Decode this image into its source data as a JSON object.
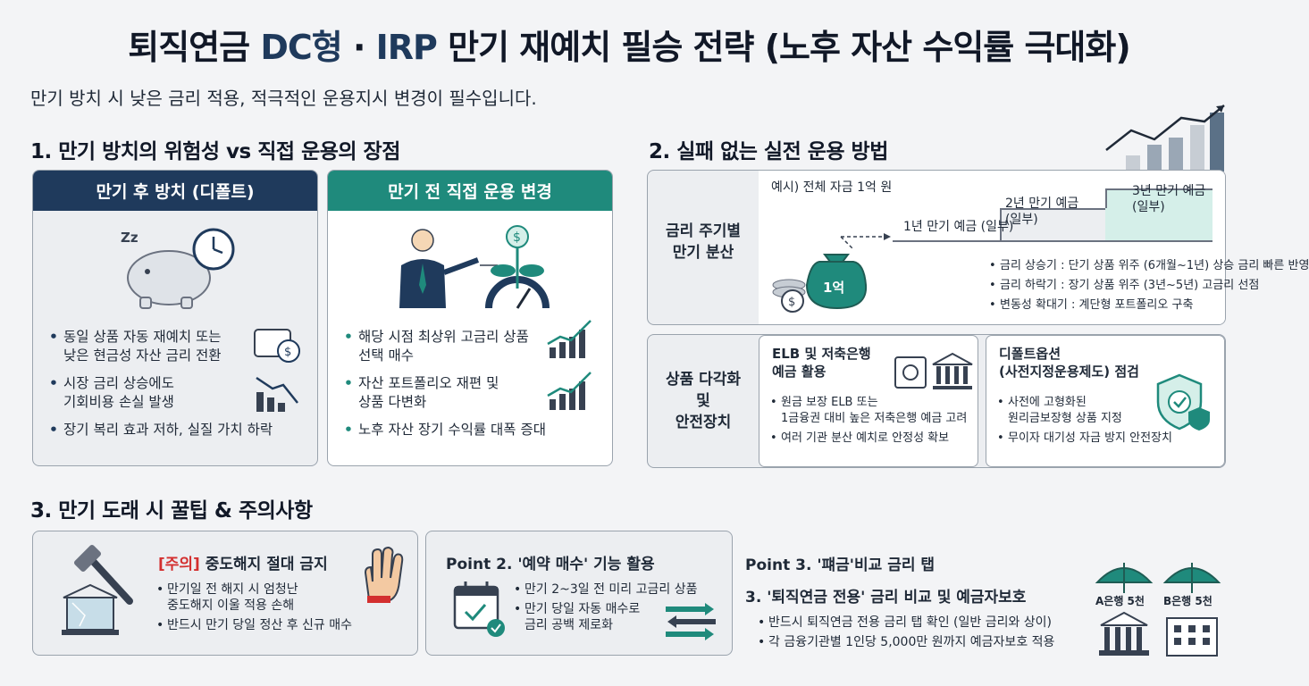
{
  "title": {
    "pre": "퇴직연금 ",
    "dc": "DC형",
    "dot": " · ",
    "irp": "IRP",
    "post": " 만기 재예치 필승 전략 (노후 자산 수익률 극대화)"
  },
  "subtitle": "만기 방치 시 낮은 금리 적용, 적극적인 운용지시 변경이 필수입니다.",
  "section1": {
    "heading": "1. 만기 방치의 위험성 vs 직접 운용의 장점",
    "left": {
      "header": "만기 후 방치 (디폴트)",
      "zz": "Zz",
      "bullets": [
        "동일 상품 자동 재예치 또는\n낮은 현금성 자산 금리 전환",
        "시장 금리 상승에도\n기회비용 손실 발생",
        "장기 복리 효과 저하, 실질 가치 하락"
      ]
    },
    "right": {
      "header": "만기 전 직접 운용 변경",
      "dollar": "$",
      "bullets": [
        "해당 시점 최상위 고금리 상품\n선택 매수",
        "자산 포트폴리오 재편 및\n상품 다변화",
        "노후 자산 장기 수익률 대폭 증대"
      ]
    }
  },
  "section2": {
    "heading": "2. 실패 없는 실전 운용 방법",
    "ladder": {
      "label": "금리 주기별\n만기 분산",
      "example": "예시) 전체 자금 1억 원",
      "step1": "1년 만기 예금 (일부)",
      "step2": "2년 만기 예금\n(일부)",
      "step3": "3년 만기 예금\n(일부)",
      "bag": "1억",
      "coin": "$",
      "bullets": [
        "금리 상승기 : 단기 상품 위주 (6개월~1년) 상승 금리 빠른 반영",
        "금리 하락기 : 장기 상품 위주 (3년~5년) 고금리 선점",
        "변동성 확대기 : 계단형 포트폴리오 구축"
      ]
    },
    "diversify": {
      "label": "상품 다각화\n및\n안전장치",
      "elb_title": "ELB 및 저축은행\n예금 활용",
      "elb_bullets": [
        "원금 보장 ELB 또는\n1금융권 대비 높은 저축은행 예금 고려",
        "여러 기관 분산 예치로 안정성 확보"
      ],
      "default_title": "디폴트옵션\n(사전지정운용제도) 점검",
      "default_bullets": [
        "사전에 고형화된\n원리금보장형 상품 지정",
        "무이자 대기성 자금 방지 안전장치"
      ]
    }
  },
  "section3": {
    "heading": "3. 만기 도래 시 꿀팁 & 주의사항",
    "card1": {
      "tag": "[주의]",
      "title": " 중도해지 절대 금지",
      "bullets": [
        "만기일 전 해지 시 엄청난\n중도해지 이울 적용 손해",
        "반드시 만기 당일 정산 후 신규 매수"
      ]
    },
    "card2": {
      "title": "Point 2. '예약 매수' 기능 활용",
      "bullets": [
        "만기 2~3일 전 미리 고금리 상품",
        "만기 당일 자동 매수로\n금리 공백 제로화"
      ]
    },
    "card3": {
      "title1": "Point 3. '퍠금'비교 금리 탭",
      "title2": "3. '퇴직연금 전용' 금리 비교 및 예금자보호",
      "bullets": [
        "반드시 퇴직연금 전용 금리 탭 확인 (일반 금리와 상이)",
        "각 금융기관별 1인당 5,000만 원까지 예금자보호 적용"
      ],
      "bank_a": "A은행 5천",
      "bank_b": "B은행 5천"
    }
  },
  "colors": {
    "navy": "#1f3a5c",
    "teal": "#1f8a7c",
    "red": "#d32f2f",
    "mint": "#d5efe9"
  }
}
